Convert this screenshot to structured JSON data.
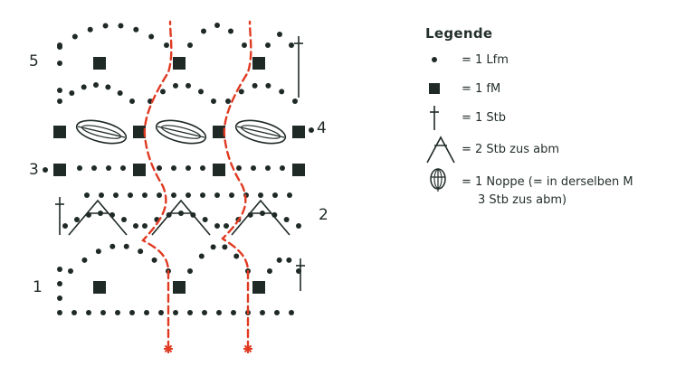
{
  "diagram": {
    "row_numbers": [
      "1",
      "2",
      "3",
      "4",
      "5"
    ],
    "colors": {
      "ink": "#1f2a26",
      "path": "#e03a22"
    }
  },
  "legend": {
    "title": "Legende",
    "items": [
      {
        "icon": "chain-dot-icon",
        "text": "= 1 Lfm"
      },
      {
        "icon": "single-crochet-square-icon",
        "text": "= 1 fM"
      },
      {
        "icon": "double-crochet-cross-icon",
        "text": "= 1 Stb"
      },
      {
        "icon": "two-dc-together-icon",
        "text": "= 2 Stb zus abm"
      },
      {
        "icon": "bobble-icon",
        "text": "= 1 Noppe (= in derselben M",
        "text2": "3 Stb zus abm)"
      }
    ]
  }
}
